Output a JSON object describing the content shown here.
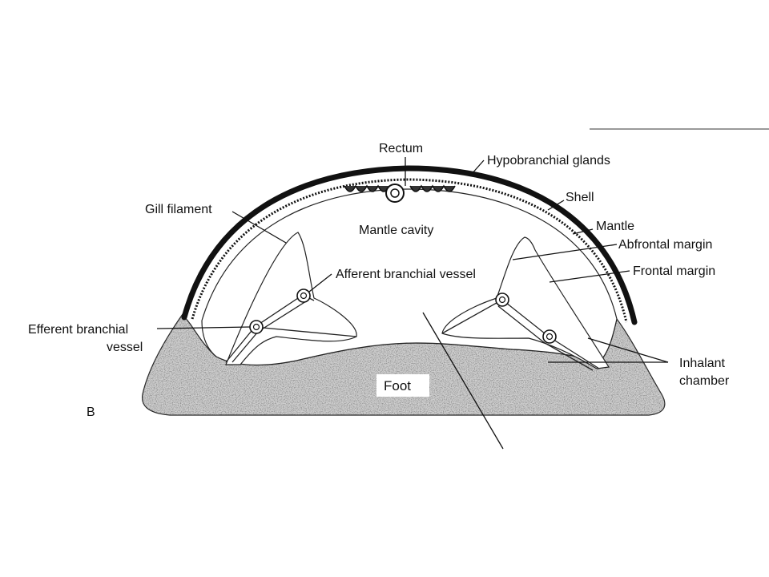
{
  "diagram": {
    "panel_letter": "B",
    "labels": {
      "rectum": "Rectum",
      "hypobranchial": "Hypobranchial glands",
      "shell": "Shell",
      "mantle": "Mantle",
      "abfrontal": "Abfrontal margin",
      "frontal": "Frontal margin",
      "gill_filament": "Gill filament",
      "mantle_cavity": "Mantle cavity",
      "afferent": "Afferent branchial vessel",
      "efferent_1": "Efferent branchial",
      "efferent_2": "vessel",
      "inhalant_1": "Inhalant",
      "inhalant_2": "chamber",
      "foot": "Foot"
    },
    "colors": {
      "ink": "#111111",
      "foot_fill": "#c9c9c9",
      "background": "#ffffff"
    }
  }
}
